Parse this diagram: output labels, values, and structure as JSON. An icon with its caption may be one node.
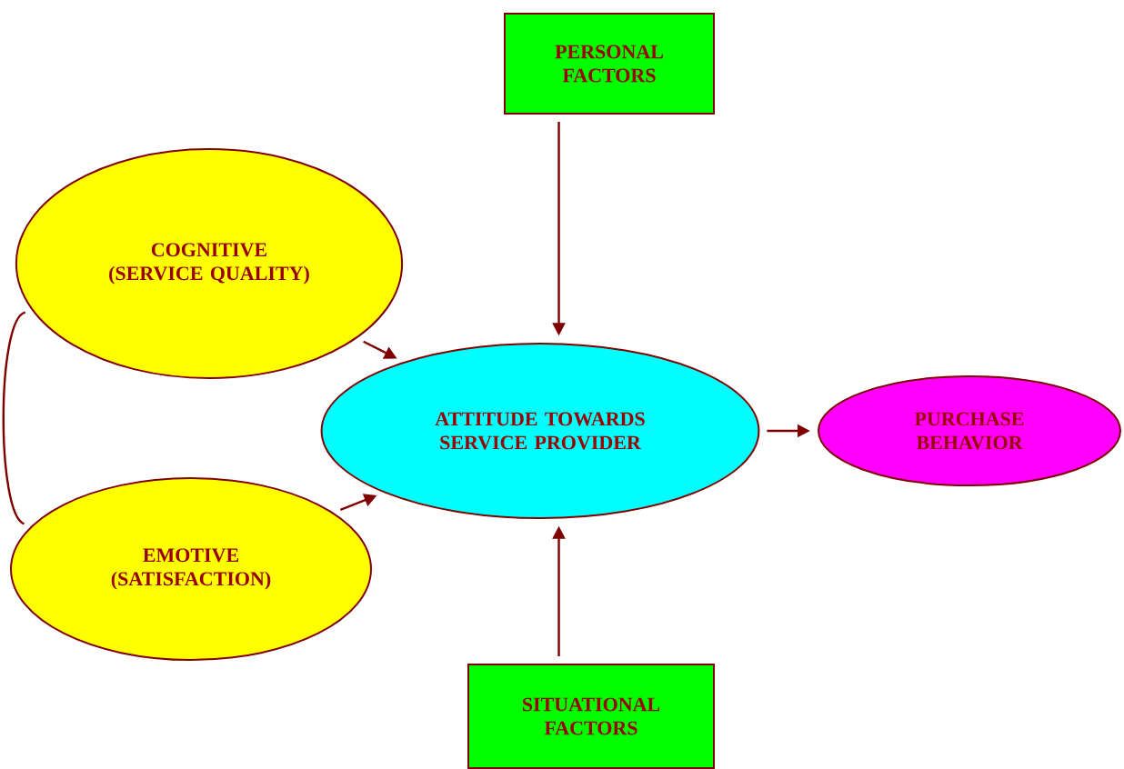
{
  "diagram": {
    "nodes": [
      {
        "text": [
          "PERSONAL FACTORS"
        ]
      },
      {
        "text": [
          "COGNITIVE (SERVICE QUALITY)"
        ]
      },
      {
        "text": [
          "ATTITUDE TOWARDS SERVICE PROVIDER"
        ]
      },
      {
        "text": [
          "PURCHASE BEHAVIOR"
        ]
      },
      {
        "text": [
          "EMOTIVE (SATISFACTION)"
        ]
      },
      {
        "text": [
          "SITUATIONAL FACTORS"
        ]
      }
    ],
    "edges": [
      {
        "from": 0,
        "to": 2,
        "arrow": "to"
      },
      {
        "from": 1,
        "to": 2,
        "arrow": "to"
      },
      {
        "from": 4,
        "to": 2,
        "arrow": "to"
      },
      {
        "from": 2,
        "to": 3,
        "arrow": "to"
      },
      {
        "from": 5,
        "to": 2,
        "arrow": "to"
      },
      {
        "from": 1,
        "to": 4,
        "arrow": "none"
      }
    ]
  }
}
